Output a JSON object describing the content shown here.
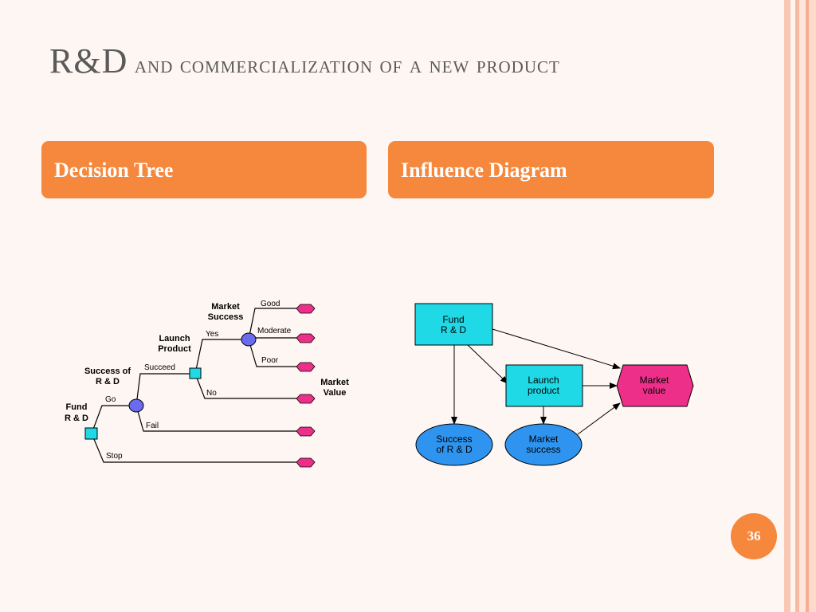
{
  "slide": {
    "title_prefix": "R&D",
    "title_rest": " and commercialization of a new product",
    "page_number": "36"
  },
  "headers": {
    "left": "Decision Tree",
    "right": "Influence Diagram"
  },
  "decision_tree": {
    "fund_label_1": "Fund",
    "fund_label_2": "R & D",
    "success_label_1": "Success of",
    "success_label_2": "R & D",
    "launch_label_1": "Launch",
    "launch_label_2": "Product",
    "market_success_label_1": "Market",
    "market_success_label_2": "Success",
    "market_value_label_1": "Market",
    "market_value_label_2": "Value",
    "branch_go": "Go",
    "branch_stop": "Stop",
    "branch_succeed": "Succeed",
    "branch_fail": "Fail",
    "branch_yes": "Yes",
    "branch_no": "No",
    "branch_good": "Good",
    "branch_moderate": "Moderate",
    "branch_poor": "Poor"
  },
  "influence_diagram": {
    "fund_1": "Fund",
    "fund_2": "R & D",
    "launch_1": "Launch",
    "launch_2": "product",
    "market_value_1": "Market",
    "market_value_2": "value",
    "success_1": "Success",
    "success_2": "of R & D",
    "market_success_1": "Market",
    "market_success_2": "success"
  },
  "colors": {
    "accent": "#f5883c",
    "decision_node": "#1fd9e6",
    "chance_node": "#6b6bf0",
    "value_node": "#ee2f8a",
    "oval_node": "#2e94ef"
  }
}
